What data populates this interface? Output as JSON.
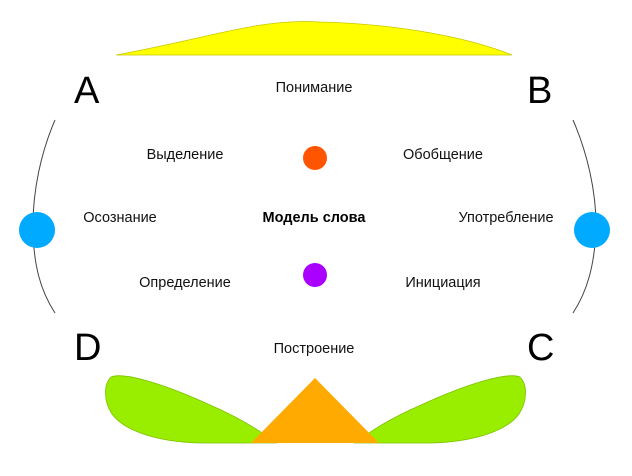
{
  "corners": {
    "top_left": "A",
    "top_right": "B",
    "bottom_right": "C",
    "bottom_left": "D"
  },
  "labels": {
    "top": "Понимание",
    "bottom": "Построение",
    "center": "Модель слова",
    "upper_left": "Выделение",
    "upper_right": "Обобщение",
    "mid_left": "Осознание",
    "mid_right": "Употребление",
    "lower_left": "Определение",
    "lower_right": "Инициация"
  },
  "colors": {
    "top_shape": "#ffff00",
    "leaf_shapes": "#99ee00",
    "triangle": "#ffaa00",
    "side_circles": "#00aaff",
    "upper_dot": "#ff5500",
    "lower_dot": "#aa00ff"
  }
}
